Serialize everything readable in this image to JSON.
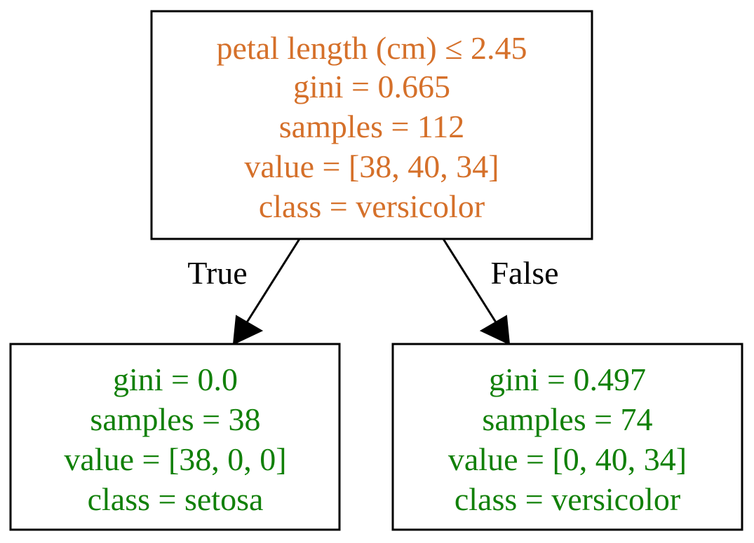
{
  "colors": {
    "root_text": "#d5702a",
    "leaf_text": "#118008",
    "border": "#000000",
    "edge": "#000000"
  },
  "nodes": {
    "root": {
      "lines": [
        "petal length (cm) ≤ 2.45",
        "gini = 0.665",
        "samples = 112",
        "value = [38, 40, 34]",
        "class = versicolor"
      ]
    },
    "left": {
      "lines": [
        "gini = 0.0",
        "samples = 38",
        "value = [38, 0, 0]",
        "class = setosa"
      ]
    },
    "right": {
      "lines": [
        "gini = 0.497",
        "samples = 74",
        "value = [0, 40, 34]",
        "class = versicolor"
      ]
    }
  },
  "edges": {
    "true_label": "True",
    "false_label": "False"
  }
}
